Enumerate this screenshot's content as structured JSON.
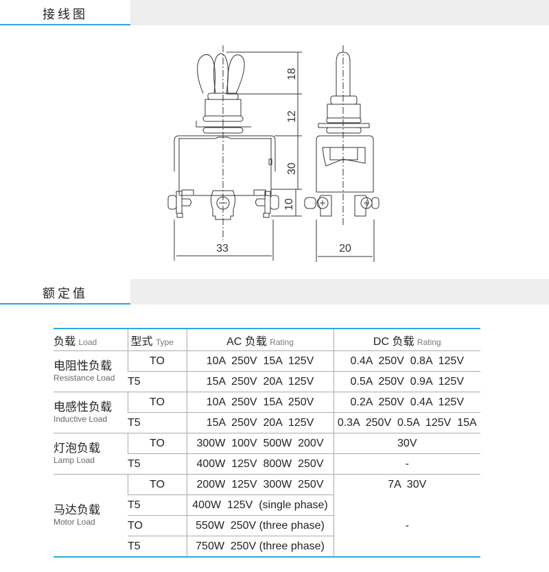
{
  "sections": {
    "wiring": "接线图",
    "rating": "额定值"
  },
  "dimensions": {
    "d18": "18",
    "d12": "12",
    "d30": "30",
    "d10": "10",
    "d33": "33",
    "d20": "20"
  },
  "colors": {
    "accent": "#2aa6e0",
    "header_bg": "#eeeeee"
  },
  "table": {
    "headers": {
      "load_cn": "负载",
      "load_en": "Load",
      "type_cn": "型式",
      "type_en": "Type",
      "ac_cn": "AC 负载",
      "ac_en": "Rating",
      "dc_cn": "DC 负载",
      "dc_en": "Rating"
    },
    "groups": [
      {
        "cn": "电阻性负载",
        "en": "Resistance Load",
        "rows": [
          {
            "type": "TO",
            "ac": "10A  250V  15A  125V",
            "dc": "0.4A  250V  0.8A  125V"
          },
          {
            "type": "T5",
            "ac": "15A  250V  20A  125V",
            "dc": "0.5A  250V  0.9A  125V"
          }
        ]
      },
      {
        "cn": "电感性负载",
        "en": "Inductive Load",
        "rows": [
          {
            "type": "TO",
            "ac": "10A  250V  15A  250V",
            "dc": "0.2A  250V  0.4A  125V"
          },
          {
            "type": "T5",
            "ac": "15A  250V  20A  125V",
            "dc": "0.3A  250V  0.5A  125V  15A"
          }
        ]
      },
      {
        "cn": "灯泡负载",
        "en": "Lamp Load",
        "rows": [
          {
            "type": "TO",
            "ac": "300W  100V  500W  200V",
            "dc": "30V"
          },
          {
            "type": "T5",
            "ac": "400W  125V  800W  250V",
            "dc": "-"
          }
        ]
      },
      {
        "cn": "马达负载",
        "en": "Motor Load",
        "dc_a": "7A  30V",
        "dc_b": "-",
        "rows": [
          {
            "type": "TO",
            "ac": "200W  125V  300W  250V"
          },
          {
            "type": "T5",
            "ac": "400W  125V  (single phase)"
          },
          {
            "type": "TO",
            "ac": "550W  250V (three phase)"
          },
          {
            "type": "T5",
            "ac": "750W  250V (three phase)"
          }
        ]
      }
    ]
  }
}
